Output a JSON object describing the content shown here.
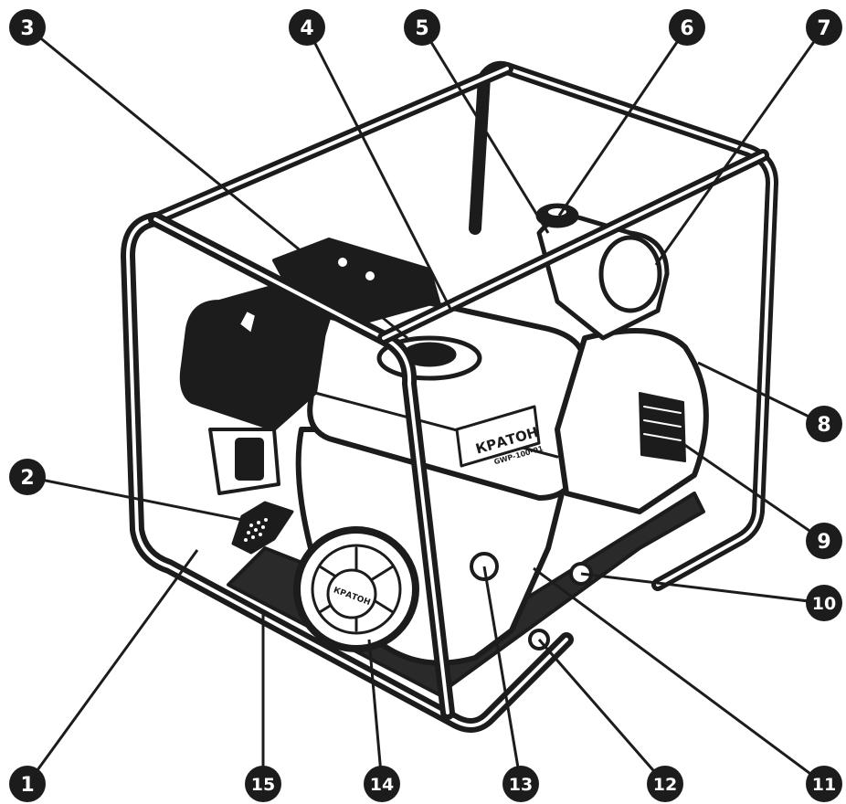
{
  "colors": {
    "ink": "#1c1c1c",
    "paper": "#ffffff",
    "badge": "#1c1c1c",
    "badge_text": "#ffffff"
  },
  "brand": {
    "logo_text": "КРАТОН",
    "model_text": "GWP-100-01"
  },
  "callouts": [
    {
      "id": "1",
      "label": "1"
    },
    {
      "id": "2",
      "label": "2"
    },
    {
      "id": "3",
      "label": "3"
    },
    {
      "id": "4",
      "label": "4"
    },
    {
      "id": "5",
      "label": "5"
    },
    {
      "id": "6",
      "label": "6"
    },
    {
      "id": "7",
      "label": "7"
    },
    {
      "id": "8",
      "label": "8"
    },
    {
      "id": "9",
      "label": "9"
    },
    {
      "id": "10",
      "label": "10"
    },
    {
      "id": "11",
      "label": "11"
    },
    {
      "id": "12",
      "label": "12"
    },
    {
      "id": "13",
      "label": "13"
    },
    {
      "id": "14",
      "label": "14"
    },
    {
      "id": "15",
      "label": "15"
    }
  ]
}
